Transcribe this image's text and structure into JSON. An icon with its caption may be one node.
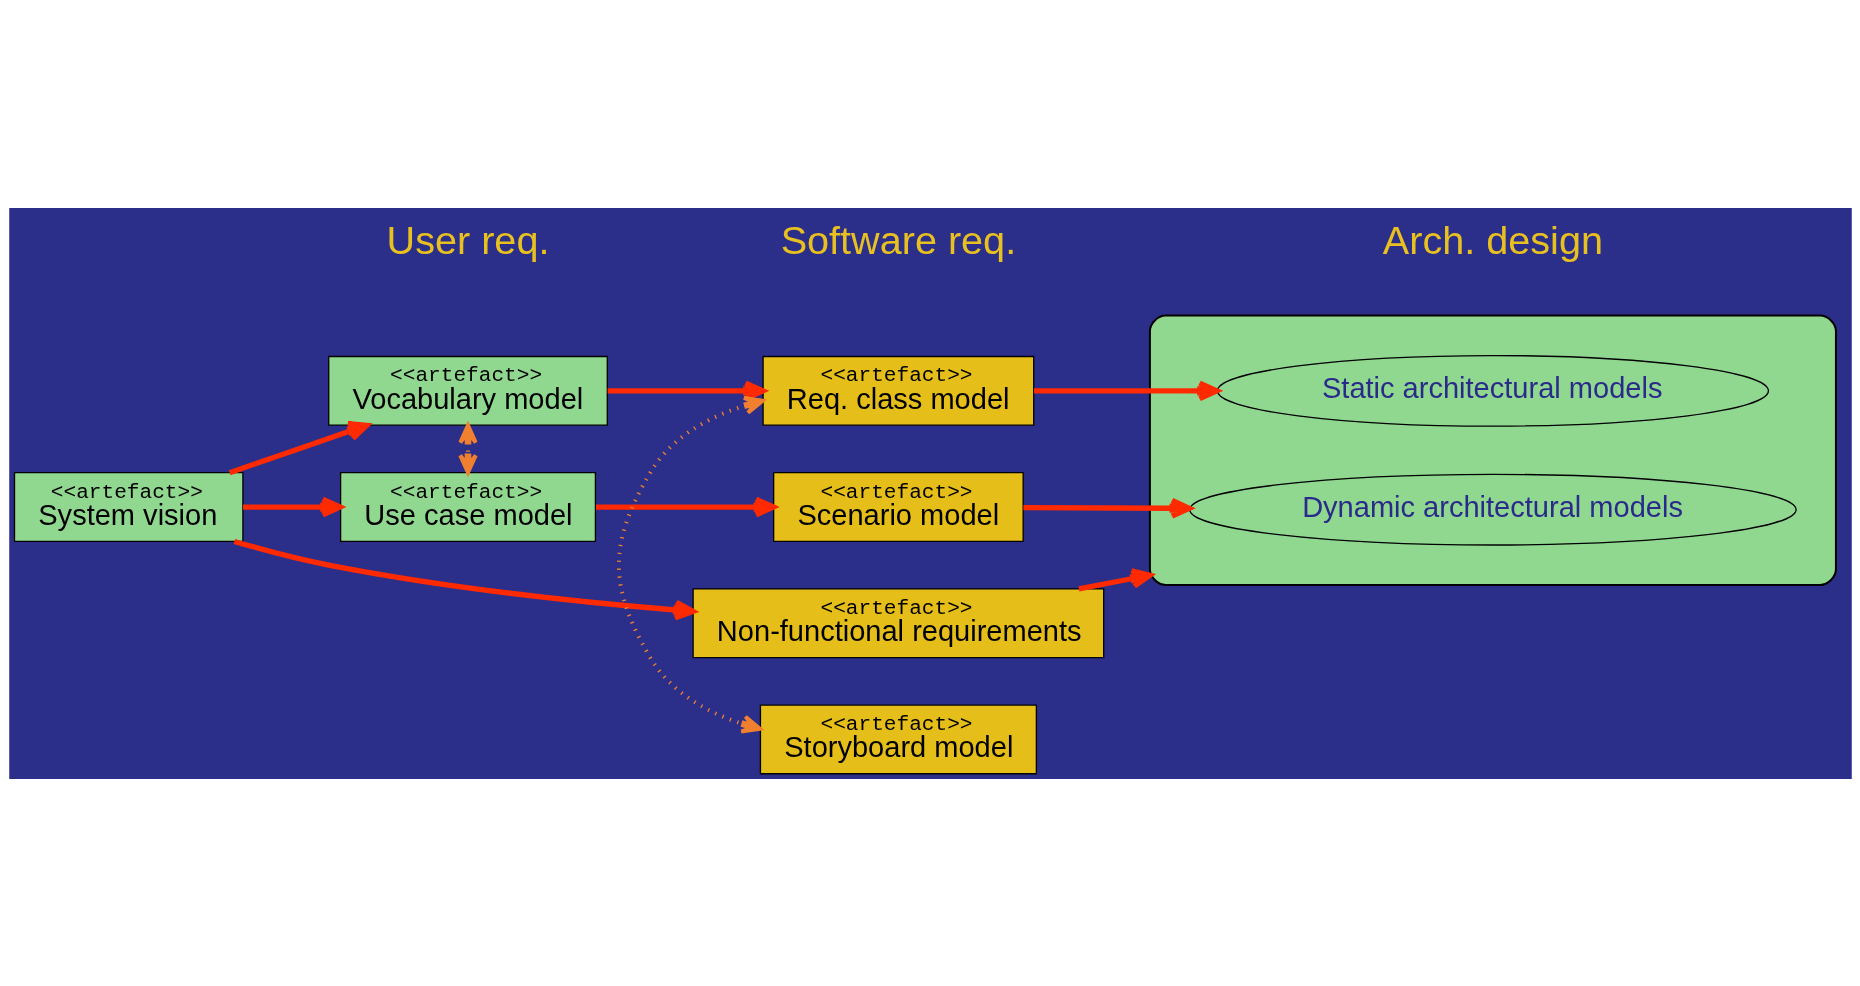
{
  "diagram": {
    "nodes": [
      {
        "text": [
          "<<artefact>>",
          "System vision"
        ]
      },
      {
        "text": [
          "<<artefact>>",
          "Vocabulary model"
        ]
      },
      {
        "text": [
          "<<artefact>>",
          "Use case model"
        ]
      },
      {
        "text": [
          "<<artefact>>",
          "Req. class model"
        ]
      },
      {
        "text": [
          "<<artefact>>",
          "Storyboard model"
        ]
      },
      {
        "text": [
          "<<artefact>>",
          "Scenario model"
        ]
      },
      {
        "text": [
          "<<artefact>>",
          "Non-functional requirements"
        ]
      },
      {
        "text": [],
        "shape": "box"
      },
      {
        "text": [
          "Static architectural models"
        ],
        "in": 7
      },
      {
        "text": [
          "Dynamic architectural models"
        ],
        "in": 7
      }
    ],
    "edges": [
      {
        "from": 0,
        "to": 1,
        "arrow": "to"
      },
      {
        "from": 0,
        "to": 2,
        "arrow": "to"
      },
      {
        "from": 0,
        "to": 6,
        "arrow": "to"
      },
      {
        "from": 1,
        "to": 3,
        "arrow": "to"
      },
      {
        "from": 1,
        "to": 2,
        "arrow": "both",
        "style": "dashed",
        "color": "#f08030"
      },
      {
        "from": 2,
        "to": 5,
        "arrow": "to"
      },
      {
        "from": 3,
        "to": 4,
        "arrow": "both",
        "style": "dashed",
        "color": "#f08030"
      },
      {
        "from": 3,
        "to": 8,
        "arrow": "to"
      },
      {
        "from": 5,
        "to": 9,
        "arrow": "to"
      },
      {
        "from": 6,
        "to": 7,
        "arrow": "to"
      }
    ],
    "labels": [
      "User req.",
      "Software req.",
      "Arch. design"
    ]
  }
}
